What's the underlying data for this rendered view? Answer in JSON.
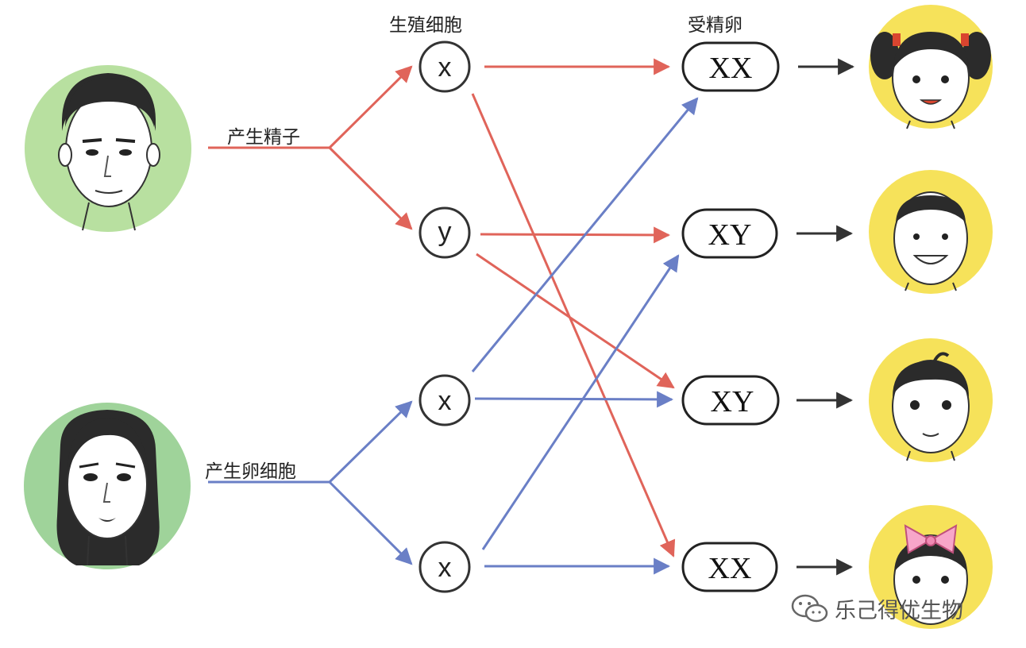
{
  "labels": {
    "germ_cells": "生殖细胞",
    "zygotes": "受精卵",
    "produce_sperm": "产生精子",
    "produce_egg": "产生卵细胞"
  },
  "gametes": {
    "sperm": [
      "x",
      "y"
    ],
    "eggs": [
      "x",
      "x"
    ]
  },
  "zygotes": [
    "XX",
    "XY",
    "XY",
    "XX"
  ],
  "children": [
    "girl-with-pigtails",
    "boy-smiling",
    "boy",
    "girl-with-bow"
  ],
  "parents": [
    "father",
    "mother"
  ],
  "colors": {
    "sperm_line": "#e0645a",
    "egg_line": "#6a7fc6",
    "result_arrow": "#333333",
    "father_bg": "#b8e0a0",
    "mother_bg": "#9fd39a",
    "child_bg": "#f6e25a"
  },
  "watermark": {
    "text": "乐己得优生物",
    "icon": "wechat-icon"
  }
}
